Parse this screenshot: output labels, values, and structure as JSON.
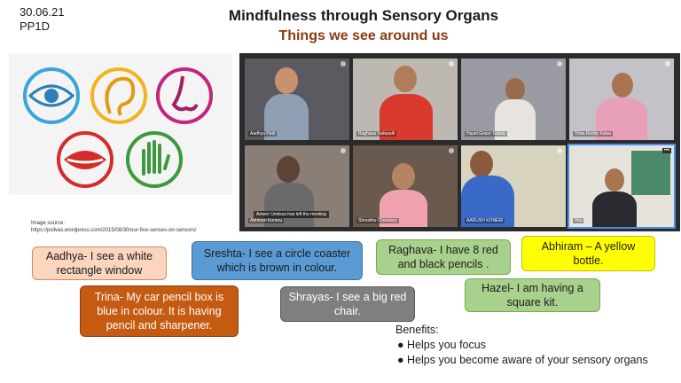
{
  "header": {
    "date": "30.06.21",
    "class_code": "PP1D",
    "title": "Mindfulness through Sensory Organs",
    "subtitle": "Things we see around us"
  },
  "image_source": {
    "label": "Image source:",
    "url_text": "https://psilvas.wordpress.com/2015/08/30/our-five-senses-on-sensors/"
  },
  "senses_image": {
    "icons": [
      "eye-icon",
      "ear-icon",
      "nose-icon",
      "mouth-icon",
      "hand-icon"
    ],
    "colors": [
      "#3aa6d8",
      "#f2b31e",
      "#c2257a",
      "#d42b2b",
      "#3c9a3c"
    ]
  },
  "video_call": {
    "participants": [
      {
        "name": "Aadhya Patil"
      },
      {
        "name": "Raghava Tadepalli"
      },
      {
        "name": "Hazel Grace Tadela"
      },
      {
        "name": "Trina Reddy Kalva"
      },
      {
        "name": "Abhiram Koneru"
      },
      {
        "name": "Shrestha Chowdary"
      },
      {
        "name": "AARUSH KONERI"
      },
      {
        "name": "You"
      }
    ],
    "notification": "Ameer Umiissa has left the meeting",
    "more_label": "•••"
  },
  "quotes": [
    {
      "text": "Aadhya- I see a white rectangle window",
      "bg": "#fbd5bd",
      "border": "#d08a60",
      "color": "#1a1a1a"
    },
    {
      "text": "Sreshta- I see a circle coaster which is brown in colour.",
      "bg": "#5b9bd5",
      "border": "#41719c",
      "color": "#1a1a1a"
    },
    {
      "text": "Raghava- I have 8 red and black pencils .",
      "bg": "#a9d18e",
      "border": "#70ad47",
      "color": "#1a1a1a"
    },
    {
      "text": "Abhiram – A yellow bottle.",
      "bg": "#ffff00",
      "border": "#bfbf00",
      "color": "#1a1a1a"
    },
    {
      "text": "Trina- My car pencil box is blue in colour. It is having pencil and sharpener.",
      "bg": "#c55a11",
      "border": "#8c3f0c",
      "color": "#ffffff"
    },
    {
      "text": "Shrayas- I see a big red chair.",
      "bg": "#7f7f7f",
      "border": "#595959",
      "color": "#ffffff"
    },
    {
      "text": "Hazel- I am having a square kit.",
      "bg": "#a9d18e",
      "border": "#70ad47",
      "color": "#1a1a1a"
    }
  ],
  "benefits": {
    "heading": "Benefits:",
    "items": [
      "Helps you focus",
      "Helps you become aware of your sensory organs"
    ]
  }
}
